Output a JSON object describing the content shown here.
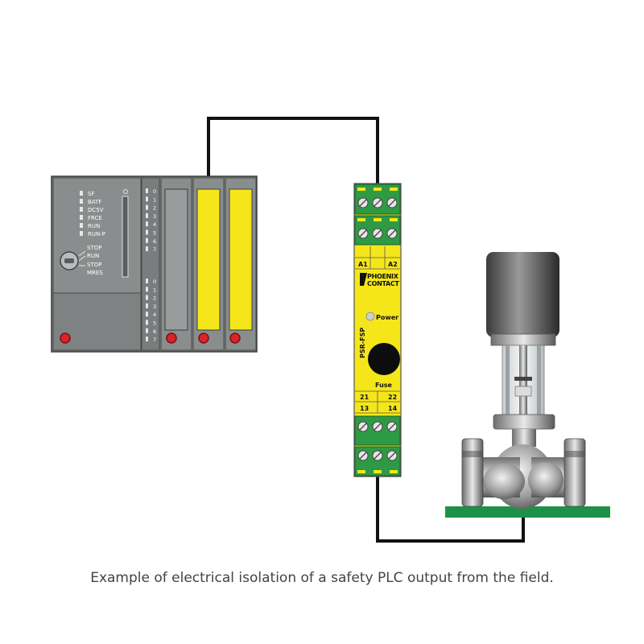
{
  "caption": "Example of electrical isolation of a safety PLC output from the field.",
  "plc": {
    "status_leds": [
      "SF",
      "BATF",
      "DC5V",
      "FRCE",
      "RUN",
      "RUN-P"
    ],
    "mode_switch_labels": [
      "STOP",
      "RUN",
      "STOP",
      "MRES"
    ],
    "channel_numbers_top": [
      "0",
      "1",
      "2",
      "3",
      "4",
      "5",
      "6",
      "7"
    ],
    "channel_numbers_bottom": [
      "0",
      "1",
      "2",
      "3",
      "4",
      "5",
      "6",
      "7"
    ]
  },
  "relay": {
    "model": "PSR-FSP",
    "brand_line1": "PHOENIX",
    "brand_line2": "CONTACT",
    "terminal_a1": "A1",
    "terminal_a2": "A2",
    "power_label": "Power",
    "fuse_label": "Fuse",
    "terminal_21": "21",
    "terminal_22": "22",
    "terminal_13": "13",
    "terminal_14": "14"
  },
  "colors": {
    "plc_gray": "#7d8080",
    "relay_yellow": "#f5e61a",
    "terminal_green": "#2e9a45",
    "base_green": "#1e9148",
    "wire": "#111111",
    "led_red": "#d9242a"
  }
}
